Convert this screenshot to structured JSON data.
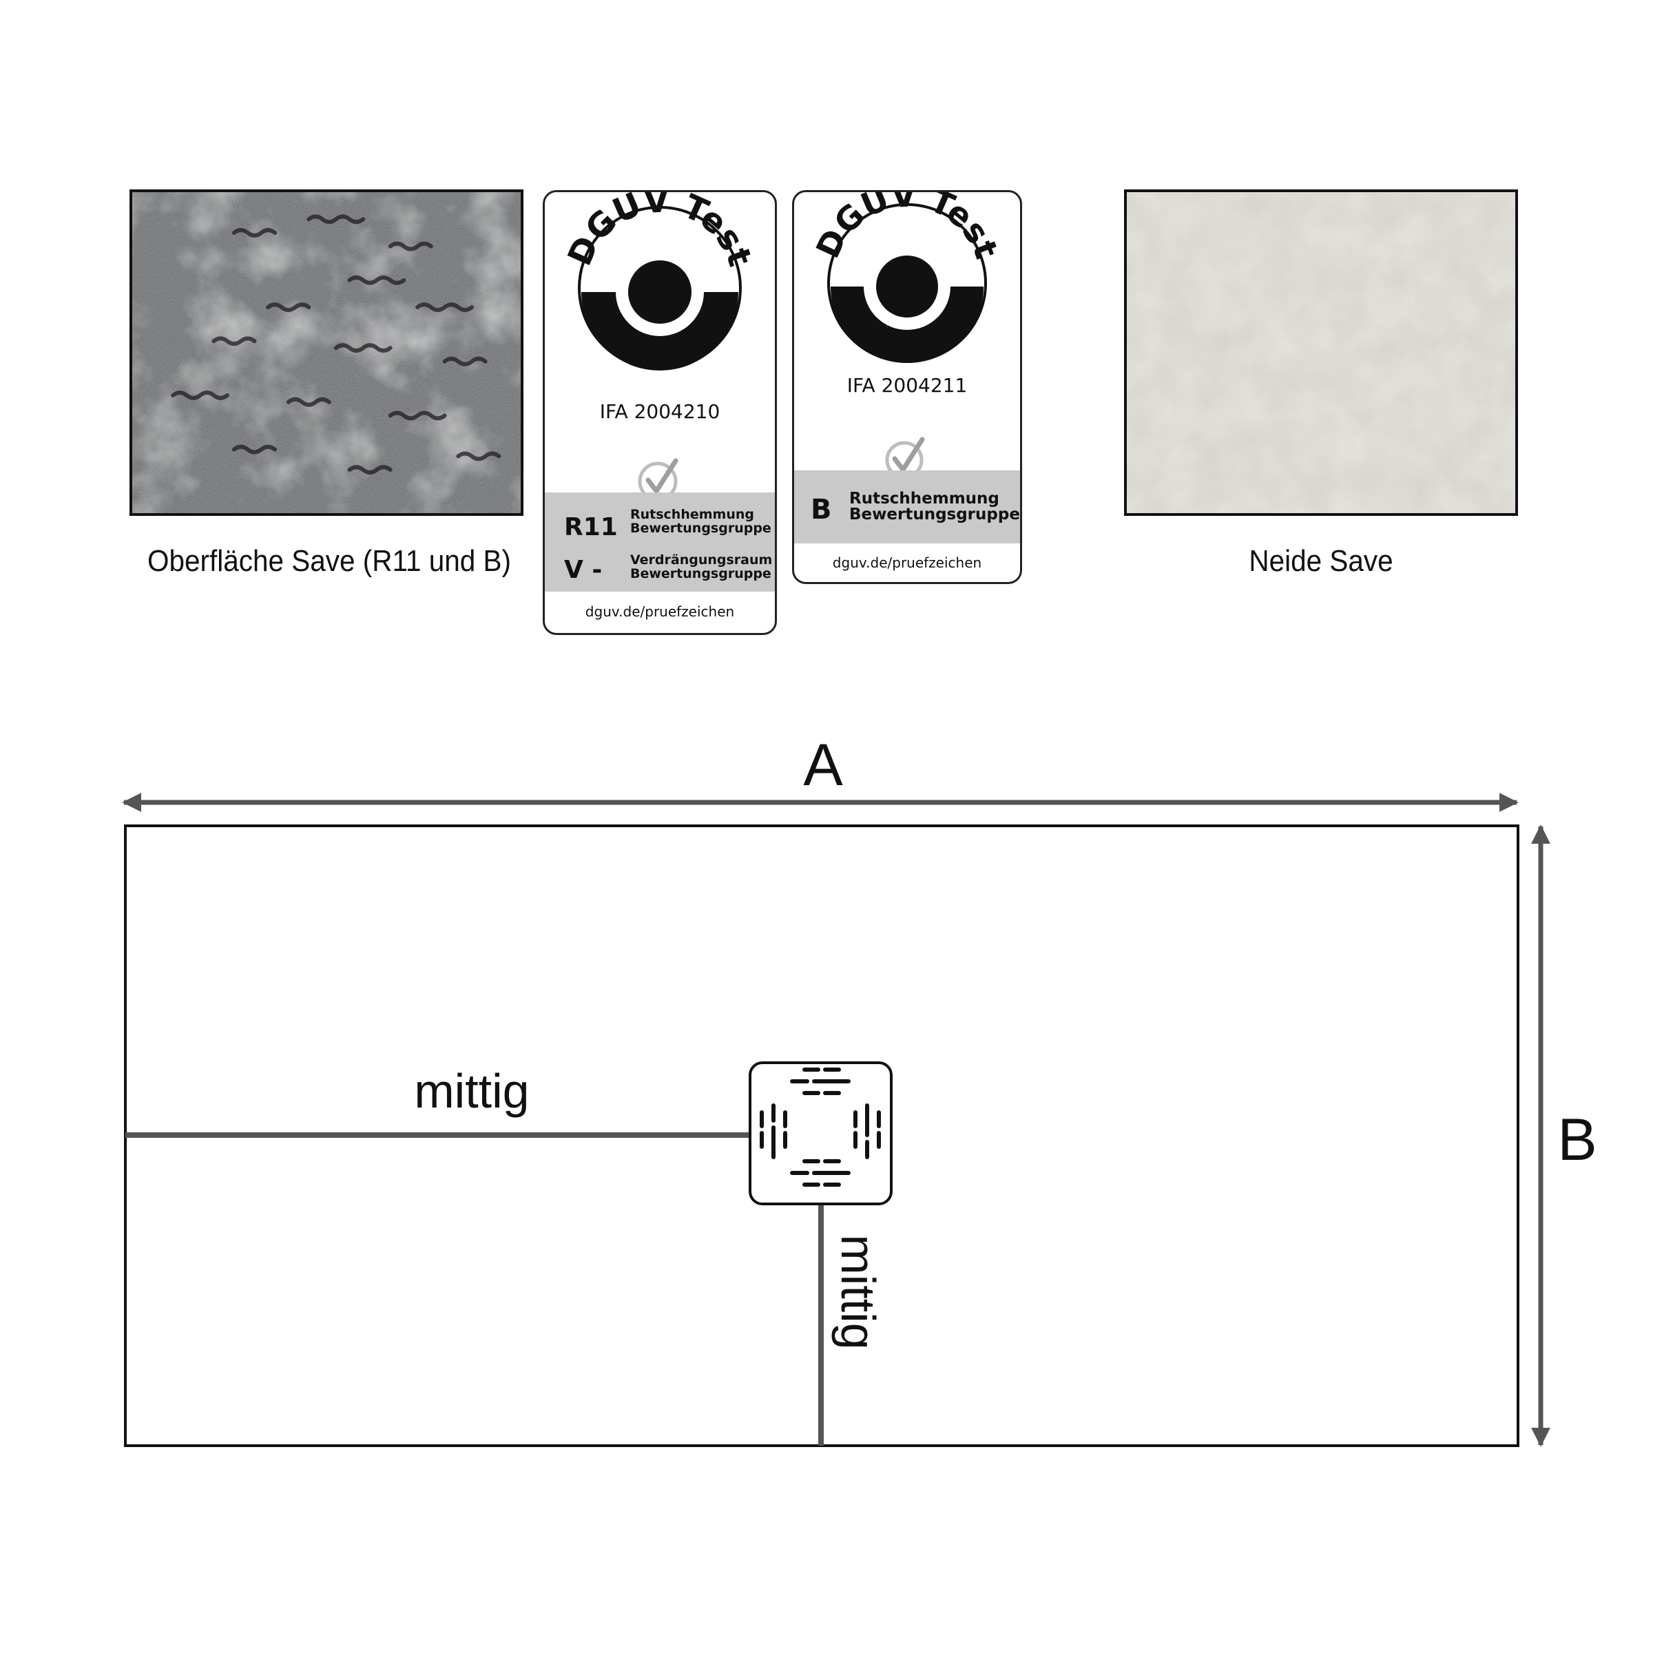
{
  "surfaces": {
    "left_caption": "Oberfläche Save (R11 und B)",
    "right_caption": "Neide Save",
    "colors": {
      "dark_texture": "#6b6d6f",
      "light_texture": "#d6d4cc"
    }
  },
  "label_1": {
    "seal_text": "DGUV Test",
    "ifa": "IFA 2004210",
    "row1_code": "R11",
    "row1_line1": "Rutschhemmung",
    "row1_line2": "Bewertungsgruppe",
    "row2_code": "V -",
    "row2_line1": "Verdrängungsraum",
    "row2_line2": "Bewertungsgruppe",
    "url": "dguv.de/pruefzeichen"
  },
  "label_2": {
    "seal_text": "DGUV Test",
    "ifa": "IFA 2004211",
    "row1_code": "B",
    "row1_line1": "Rutschhemmung",
    "row1_line2": "Bewertungsgruppe",
    "url": "dguv.de/pruefzeichen"
  },
  "diagram": {
    "dim_a": "A",
    "dim_b": "B",
    "center_label_horizontal": "mittig",
    "center_label_vertical": "mittig",
    "icon": "drain-pattern-icon",
    "colors": {
      "line": "#555555",
      "outline": "#111111",
      "band": "#c9c9c9"
    }
  }
}
